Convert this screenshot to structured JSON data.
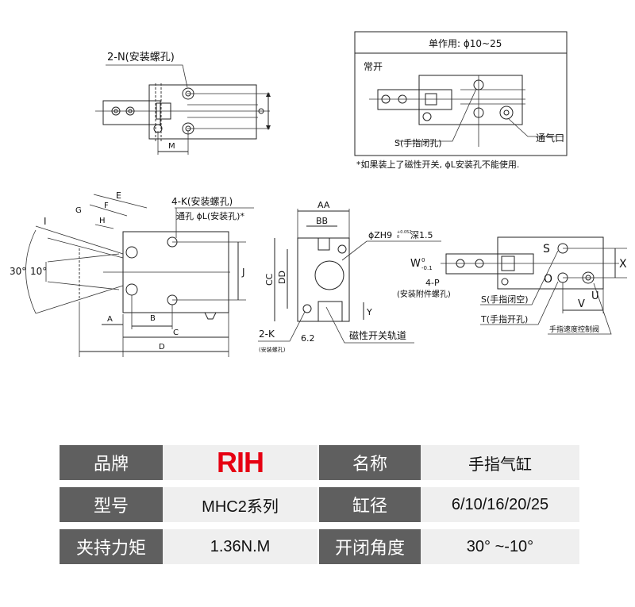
{
  "top_left_view": {
    "mount_holes_label": "2-N(安装螺孔)",
    "dim_m": "M"
  },
  "single_acting_box": {
    "header": "单作用: ϕ10~25",
    "mode_label": "常开",
    "s_label": "S(手指闭孔)",
    "vent_label": "通气口",
    "footnote": "*如果装上了磁性开关, ϕL安装孔不能使用."
  },
  "side_view": {
    "dims": {
      "E": "E",
      "F": "F",
      "G": "G",
      "H": "H",
      "I": "I",
      "J": "J",
      "A": "A",
      "B": "B",
      "C": "C",
      "D": "D"
    },
    "angle_open": "30°",
    "angle_close": "10°",
    "holes_label": "4-K(安装螺孔)",
    "through_hole_label": "通孔 ϕL(安装孔)*"
  },
  "end_view": {
    "dims": {
      "AA": "AA",
      "BB": "BB",
      "CC": "CC",
      "DD": "DD",
      "Y": "Y",
      "width62": "6.2"
    },
    "bore_label": "ϕZH9",
    "bore_tol_upper": "+0.052",
    "bore_tol_lower": "0",
    "bore_depth": "深1.5",
    "k_label": "2-K",
    "k_sub": "(安装螺孔)",
    "rail_label": "磁性开关轨道"
  },
  "right_view": {
    "w_label": "W",
    "w_tol_upper": "0",
    "w_tol_lower": "-0.1",
    "p_label": "4-P",
    "p_sub": "(安装附件螺孔)",
    "s_port": "S",
    "o_port": "O",
    "x_dim": "X",
    "v_dim": "V",
    "u_dim": "U",
    "s_close": "S(手指闭空)",
    "t_open": "T(手指开孔)",
    "speed_valve": "手指速度控制阀"
  },
  "specs": {
    "rows": [
      {
        "label1": "品牌",
        "value1": "RIH",
        "label2": "名称",
        "value2": "手指气缸"
      },
      {
        "label1": "型号",
        "value1": "MHC2系列",
        "label2": "缸径",
        "value2": "6/10/16/20/25"
      },
      {
        "label1": "夹持力矩",
        "value1": "1.36N.M",
        "label2": "开闭角度",
        "value2": "30° ~-10°"
      }
    ],
    "brand_color": "#e60012"
  }
}
